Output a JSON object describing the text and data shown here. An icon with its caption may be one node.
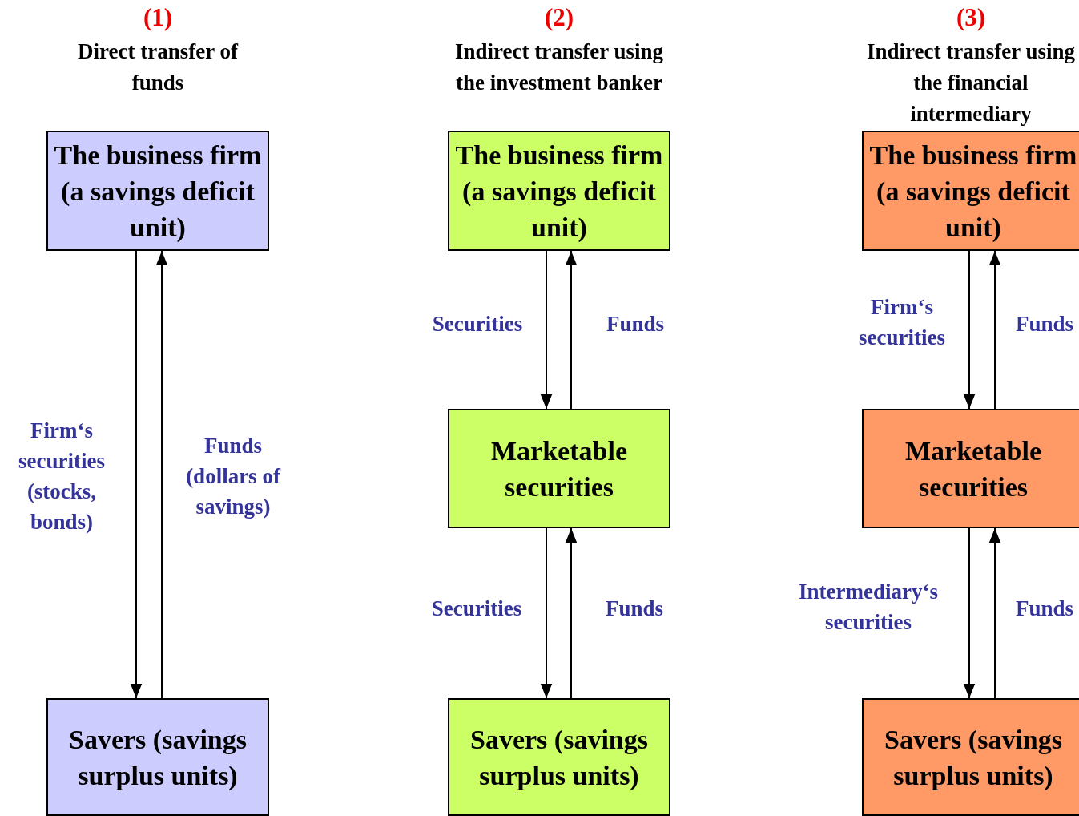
{
  "diagram": {
    "nodes": [
      {
        "text": [
          "The business firm (a savings deficit unit)"
        ]
      },
      {
        "text": [
          "Savers (savings surplus units)"
        ]
      },
      {
        "text": [
          "The business firm (a savings deficit unit)"
        ]
      },
      {
        "text": [
          "Marketable securities"
        ]
      },
      {
        "text": [
          "Savers (savings surplus units)"
        ]
      },
      {
        "text": [
          "The business firm (a savings deficit unit)"
        ]
      },
      {
        "text": [
          "Marketable securities"
        ]
      },
      {
        "text": [
          "Savers (savings surplus units)"
        ]
      }
    ],
    "edges": [
      {
        "from": 0,
        "to": 1,
        "arrow": "to",
        "label": "Firm‘s securities (stocks, bonds)"
      },
      {
        "from": 1,
        "to": 0,
        "arrow": "to",
        "label": "Funds (dollars of savings)"
      },
      {
        "from": 2,
        "to": 3,
        "arrow": "to",
        "label": "Securities"
      },
      {
        "from": 3,
        "to": 2,
        "arrow": "to",
        "label": "Funds"
      },
      {
        "from": 3,
        "to": 4,
        "arrow": "to",
        "label": "Securities"
      },
      {
        "from": 4,
        "to": 3,
        "arrow": "to",
        "label": "Funds"
      },
      {
        "from": 5,
        "to": 6,
        "arrow": "to",
        "label": "Firm‘s securities"
      },
      {
        "from": 6,
        "to": 5,
        "arrow": "to",
        "label": "Funds"
      },
      {
        "from": 6,
        "to": 7,
        "arrow": "to",
        "label": "Intermediary‘s securities"
      },
      {
        "from": 7,
        "to": 6,
        "arrow": "to",
        "label": "Funds"
      }
    ],
    "labels": [
      "(1)",
      "Direct transfer of funds",
      "(2)",
      "Indirect transfer using the investment banker",
      "(3)",
      "Indirect transfer using the financial intermediary"
    ]
  }
}
